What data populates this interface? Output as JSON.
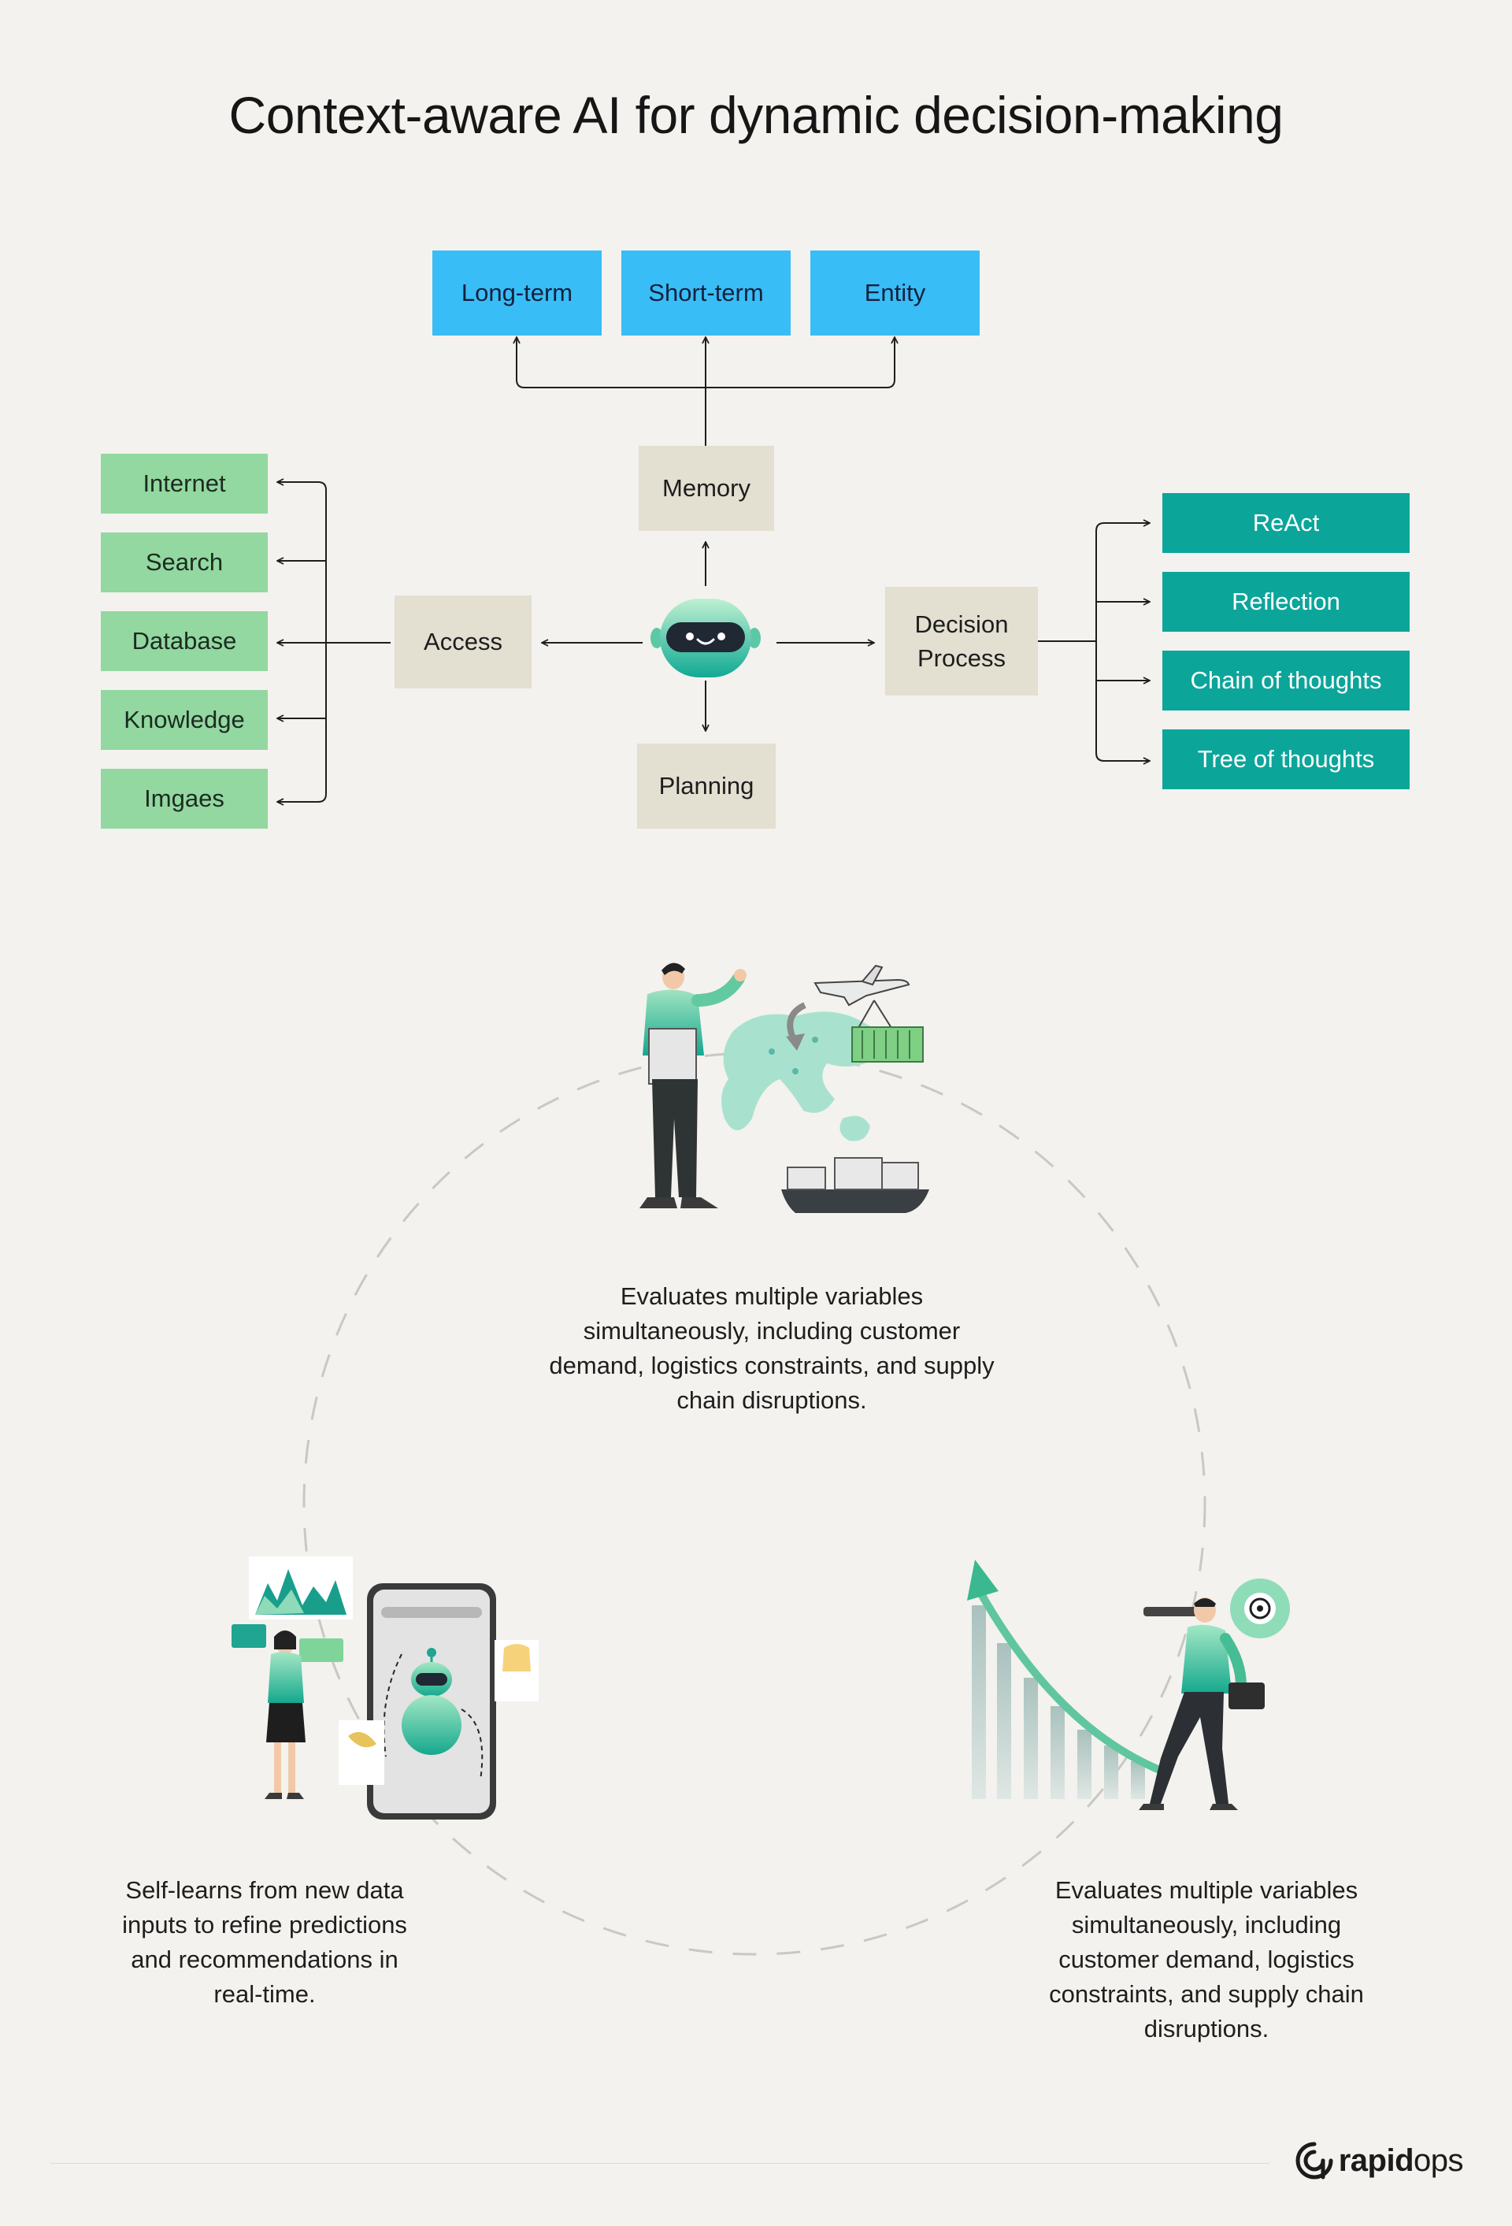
{
  "title": "Context-aware AI for dynamic decision-making",
  "memory_types": [
    "Long-term",
    "Short-term",
    "Entity"
  ],
  "center": {
    "memory": "Memory",
    "planning": "Planning",
    "access": "Access",
    "decision_line1": "Decision",
    "decision_line2": "Process"
  },
  "access_sources": [
    "Internet",
    "Search",
    "Database",
    "Knowledge",
    "Imgaes"
  ],
  "decision_methods": [
    "ReAct",
    "Reflection",
    "Chain of thoughts",
    "Tree of thoughts"
  ],
  "captions": {
    "top": [
      "Evaluates multiple variables",
      "simultaneously, including customer",
      "demand, logistics constraints, and supply",
      "chain disruptions."
    ],
    "left": [
      "Self-learns from new data",
      "inputs to refine predictions",
      "and recommendations in",
      "real-time."
    ],
    "right": [
      "Evaluates multiple variables",
      "simultaneously, including",
      "customer demand, logistics",
      "constraints, and supply chain",
      "disruptions."
    ]
  },
  "brand": {
    "bold": "rapid",
    "regular": "ops"
  },
  "colors": {
    "memory_blue": "#39bdf6",
    "neutral_beige": "#e3dfd1",
    "access_green": "#92d8a0",
    "decision_teal": "#0ca59a",
    "background": "#f3f2ee"
  },
  "icons": [
    "robot-icon",
    "rapidops-logo-icon"
  ]
}
